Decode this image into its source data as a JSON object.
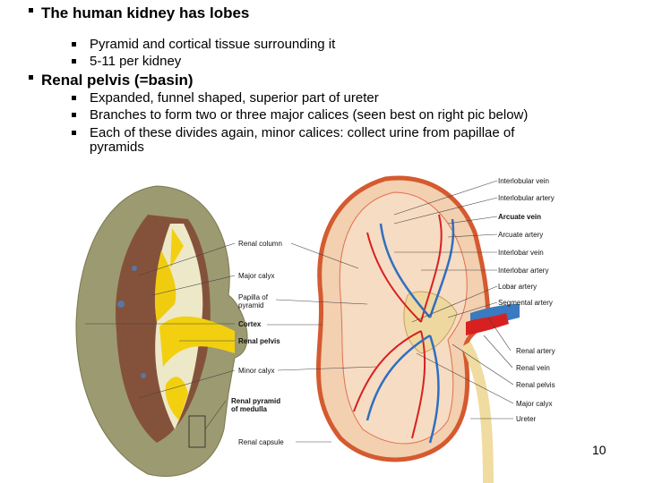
{
  "slide": {
    "bullets": [
      {
        "text": "The human kidney has lobes",
        "sub": [
          "Pyramid and cortical tissue surrounding it",
          "5-11 per kidney"
        ]
      },
      {
        "text": "Renal pelvis (=basin)",
        "sub": [
          "Expanded, funnel shaped, superior part of ureter",
          "Branches to form two or three major calices (seen best on right pic below)",
          "Each of these divides again, minor calices: collect urine from papillae of",
          "pyramids"
        ]
      }
    ],
    "page_number": "10"
  },
  "figure": {
    "middle_labels": [
      "Renal column",
      "Major calyx",
      "Papilla of",
      "pyramid",
      "Cortex",
      "Renal pelvis",
      "Minor calyx",
      "Renal pyramid",
      "of medulla",
      "Renal capsule"
    ],
    "right_labels": [
      "Interlobular vein",
      "Interlobular artery",
      "Arcuate vein",
      "Arcuate artery",
      "Interlobar vein",
      "Interlobar artery",
      "Lobar artery",
      "Segmental artery",
      "Renal artery",
      "Renal vein",
      "Renal pelvis",
      "Major calyx",
      "Ureter"
    ]
  }
}
